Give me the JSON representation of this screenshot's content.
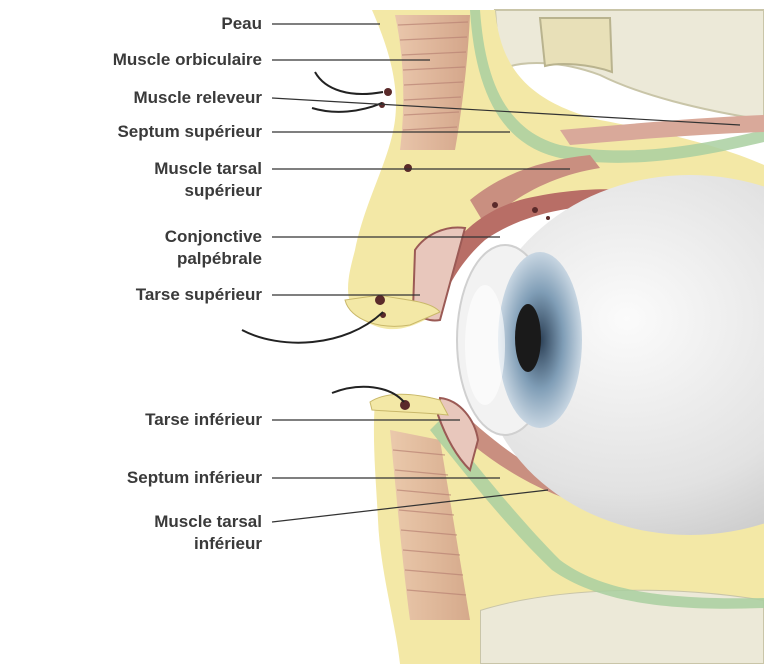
{
  "labels": {
    "peau": "Peau",
    "orbiculaire": "Muscle orbiculaire",
    "releveur": "Muscle releveur",
    "septum_sup": "Septum supérieur",
    "tarsal_sup_1": "Muscle tarsal",
    "tarsal_sup_2": "supérieur",
    "conj_1": "Conjonctive",
    "conj_2": "palpébrale",
    "tarse_sup": "Tarse supérieur",
    "tarse_inf": "Tarse inférieur",
    "septum_inf": "Septum inférieur",
    "tarsal_inf_1": "Muscle tarsal",
    "tarsal_inf_2": "inférieur"
  },
  "colors": {
    "skin_fat": "#f3e8a6",
    "muscle": "#d9a99a",
    "bone": "#ece9d8",
    "septum": "#a9cfa0",
    "eyeball": "#e4e4e4",
    "iris": "#7f9db6",
    "pupil": "#1a1a1a",
    "leader_line": "#333333"
  }
}
